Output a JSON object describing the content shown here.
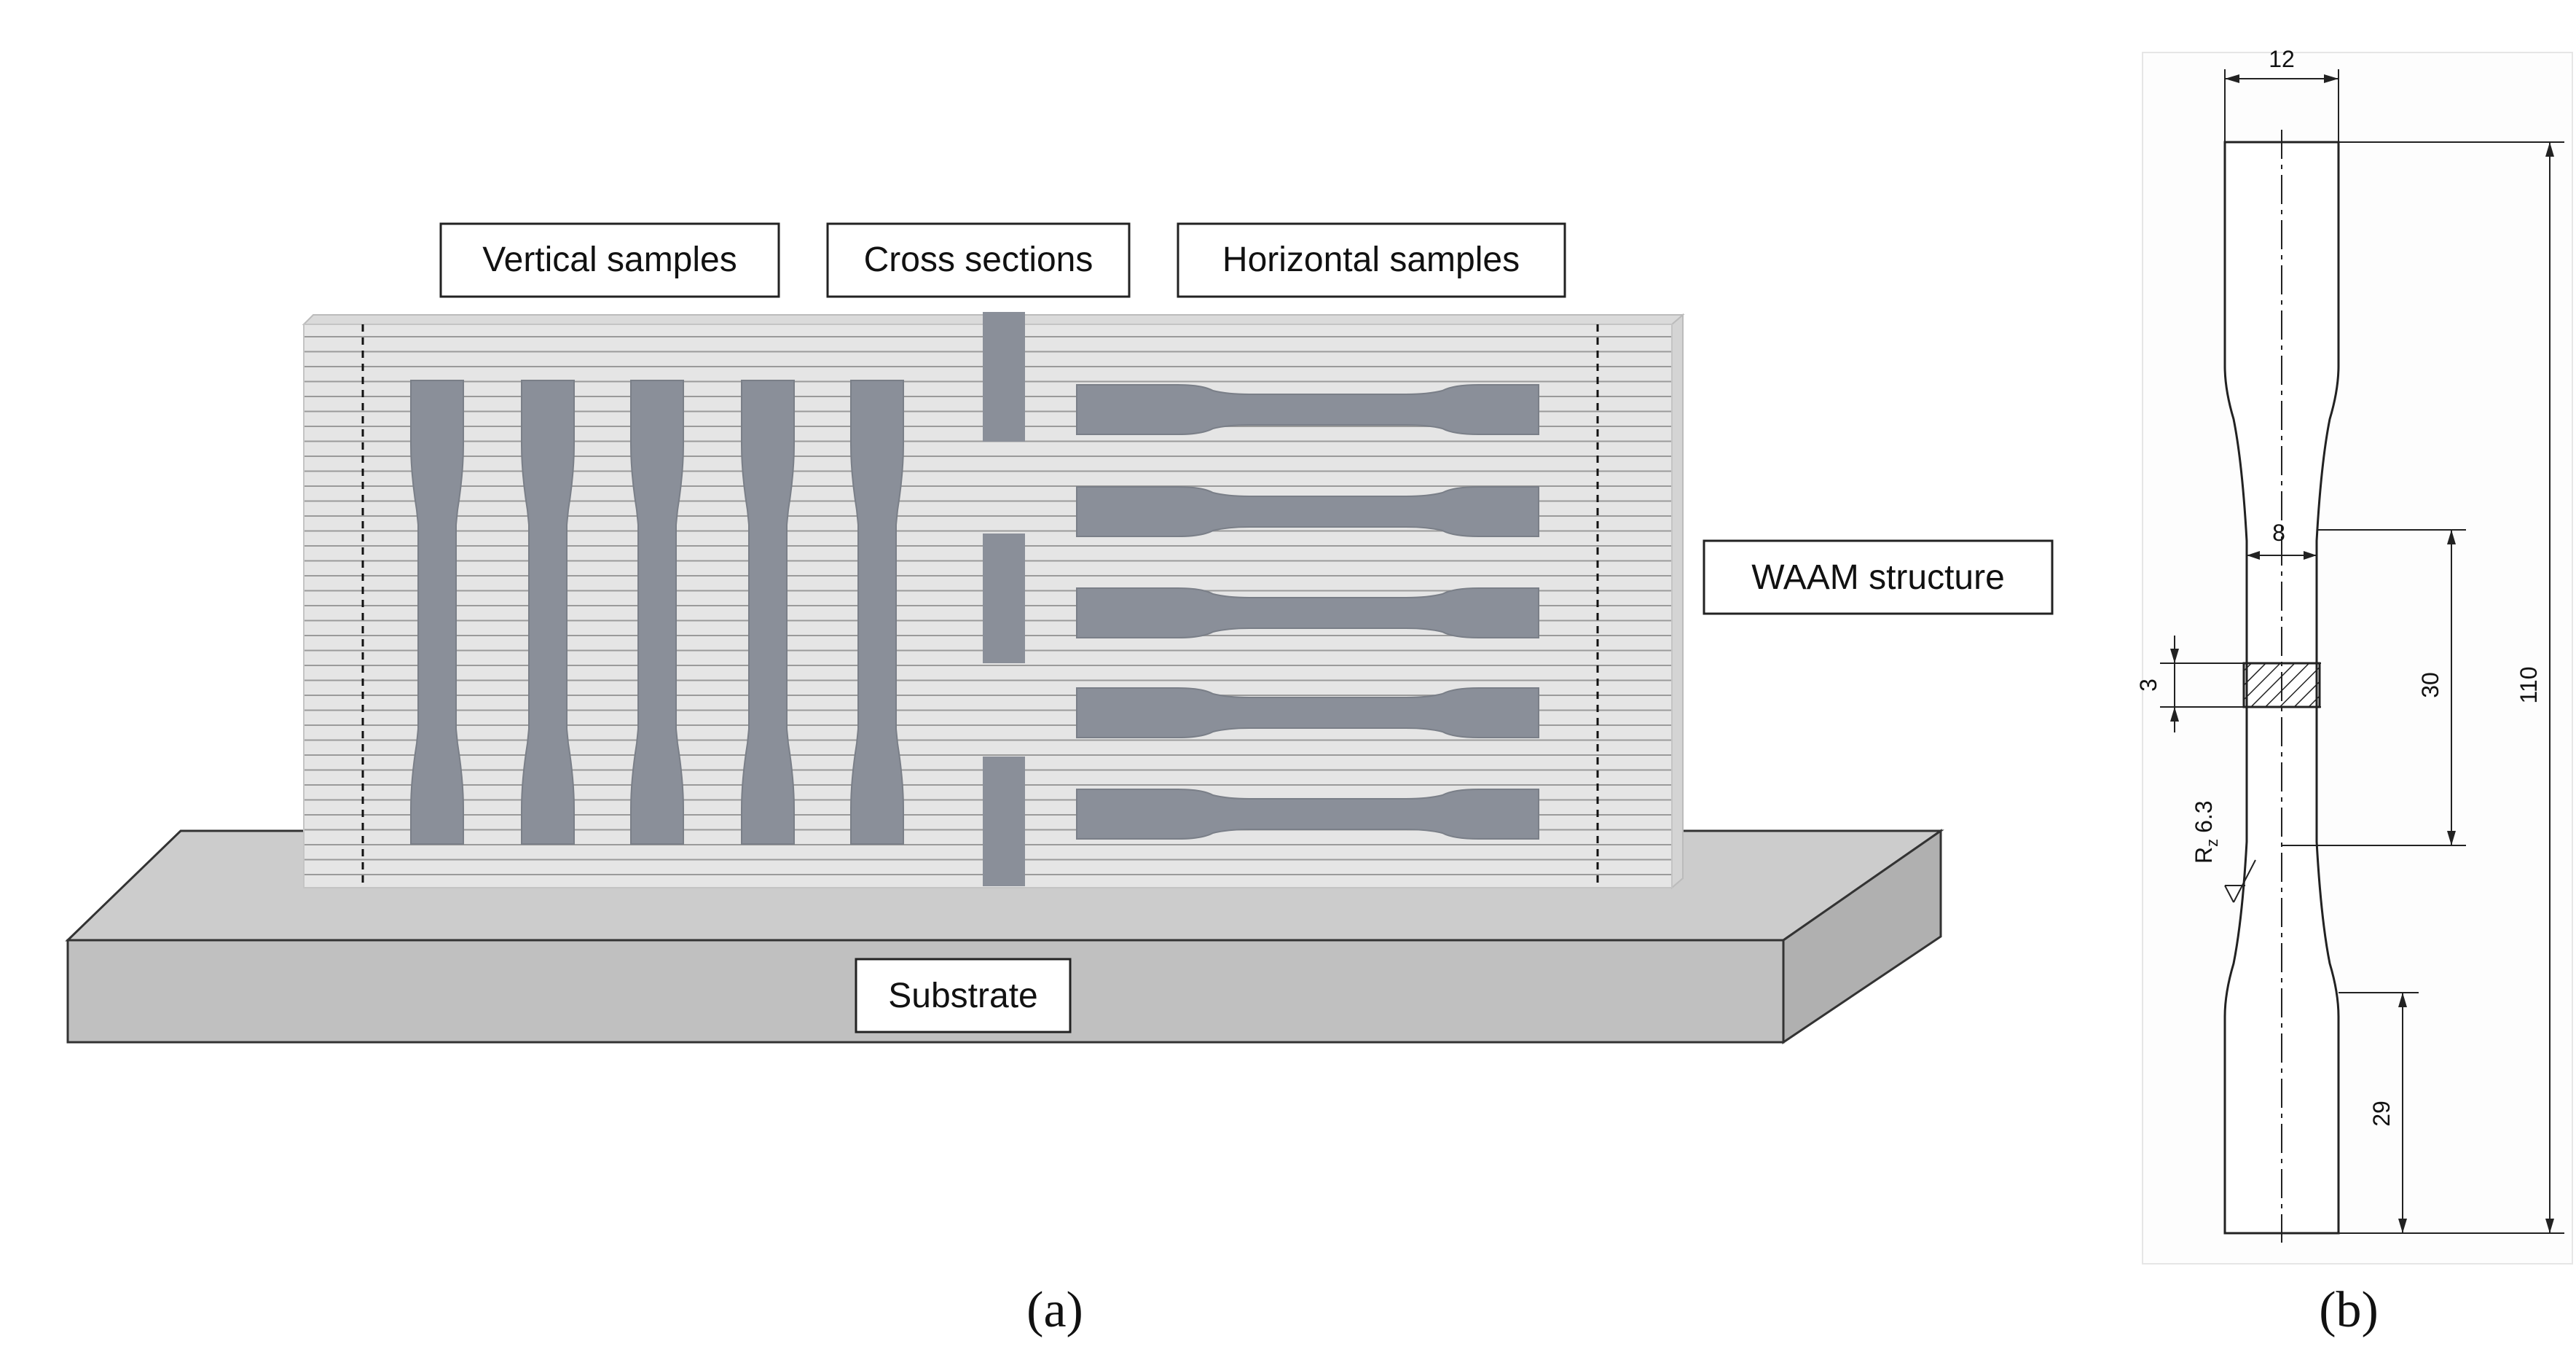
{
  "panel_a": {
    "labels": {
      "vertical_samples": "Vertical samples",
      "cross_sections": "Cross sections",
      "horizontal_samples": "Horizontal samples",
      "waam_structure": "WAAM structure",
      "substrate": "Substrate"
    },
    "caption": "(a)",
    "vertical_sample_count": 5,
    "horizontal_sample_count": 5,
    "cross_section_count": 3,
    "colors": {
      "wall": "#e5e5e5",
      "sample": "#8a8f99",
      "substrate": "#c0c0c0",
      "layer_line": "#9a9a9a"
    }
  },
  "panel_b": {
    "dimensions": {
      "width_grip": "12",
      "width_gauge": "8",
      "thickness": "3",
      "gauge_length": "30",
      "total_length": "110",
      "grip_length": "29",
      "roughness_symbol": "R",
      "roughness_subscript": "z",
      "roughness_value": "6.3"
    },
    "caption": "(b)"
  }
}
